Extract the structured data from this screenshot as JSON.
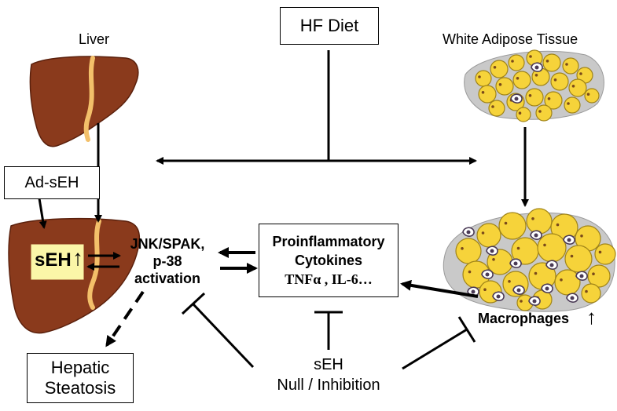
{
  "nodes": {
    "hf_diet": "HF Diet",
    "liver": "Liver",
    "white_adipose": "White Adipose Tissue",
    "ad_seh": "Ad-sEH",
    "seh_badge": "sEH",
    "seh_up_arrow": "↑",
    "jnk_line1": "JNK/SPAK,",
    "jnk_line2": "p-38",
    "jnk_line3": "activation",
    "cyto_line1": "Proinflammatory",
    "cyto_line2": "Cytokines",
    "cyto_line3": "TNFα , IL-6…",
    "macrophages": "Macrophages",
    "macrophages_up_arrow": "↑",
    "hepatic_line1": "Hepatic",
    "hepatic_line2": "Steatosis",
    "seh_null_line1": "sEH",
    "seh_null_line2": "Null / Inhibition"
  },
  "colors": {
    "liver_fill": "#8a3a1c",
    "liver_band": "#f3c06a",
    "seh_highlight": "#fbf6a8",
    "adipocyte_fill": "#f6d33a",
    "adipocyte_stroke": "#a08418",
    "tissue_bg": "#c9c9c9",
    "macrophage": "#4a3a55"
  },
  "icons": {
    "liver": "liver-organ-icon",
    "adipose": "adipose-tissue-icon",
    "macrophage": "macrophage-icon"
  }
}
